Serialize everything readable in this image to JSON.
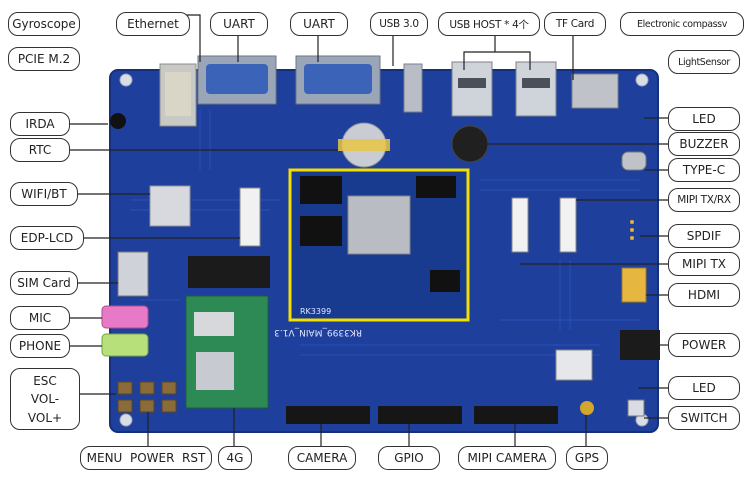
{
  "board": {
    "colors": {
      "pcb": "#1e3f9c",
      "pcb_light": "#2a52b8",
      "som": "#173a8e",
      "som_border": "#f4e200",
      "line": "#222222"
    },
    "silkscreen_board": "RK3399_MAIN_V1.3",
    "silkscreen_som": "RK3399"
  },
  "labels": {
    "gyroscope": "Gyroscope",
    "pcie": "PCIE M.2",
    "ethernet": "Ethernet",
    "uart1": "UART",
    "uart2": "UART",
    "usb3": "USB 3.0",
    "usb_host": "USB HOST * 4个",
    "tf_card": "TF Card",
    "compass": "Electronic compassv",
    "light_sensor": "LightSensor",
    "irda": "IRDA",
    "rtc": "RTC",
    "wifi_bt": "WIFI/BT",
    "edp_lcd": "EDP-LCD",
    "sim_card": "SIM Card",
    "mic": "MIC",
    "phone": "PHONE",
    "esc": "ESC",
    "vol_minus": "VOL-",
    "vol_plus": "VOL+",
    "menu_power_rst": "MENU  POWER  RST",
    "g4": "4G",
    "camera": "CAMERA",
    "gpio": "GPIO",
    "mipi_camera": "MIPI CAMERA",
    "gps": "GPS",
    "led_top": "LED",
    "buzzer": "BUZZER",
    "type_c": "TYPE-C",
    "mipi_txrx": "MIPI TX/RX",
    "spdif": "SPDIF",
    "mipi_tx": "MIPI TX",
    "hdmi": "HDMI",
    "power": "POWER",
    "led_bottom": "LED",
    "switch": "SWITCH"
  }
}
